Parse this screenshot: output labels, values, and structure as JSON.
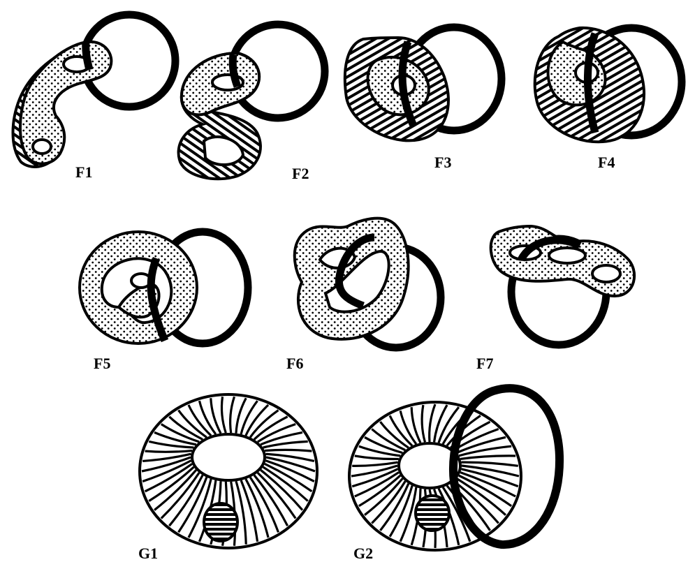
{
  "figures": [
    {
      "id": "F1",
      "label": "F1"
    },
    {
      "id": "F2",
      "label": "F2"
    },
    {
      "id": "F3",
      "label": "F3"
    },
    {
      "id": "F4",
      "label": "F4"
    },
    {
      "id": "F5",
      "label": "F5"
    },
    {
      "id": "F6",
      "label": "F6"
    },
    {
      "id": "F7",
      "label": "F7"
    },
    {
      "id": "G1",
      "label": "G1"
    },
    {
      "id": "G2",
      "label": "G2"
    }
  ],
  "colors": {
    "ink": "#000000",
    "paper": "#ffffff"
  }
}
